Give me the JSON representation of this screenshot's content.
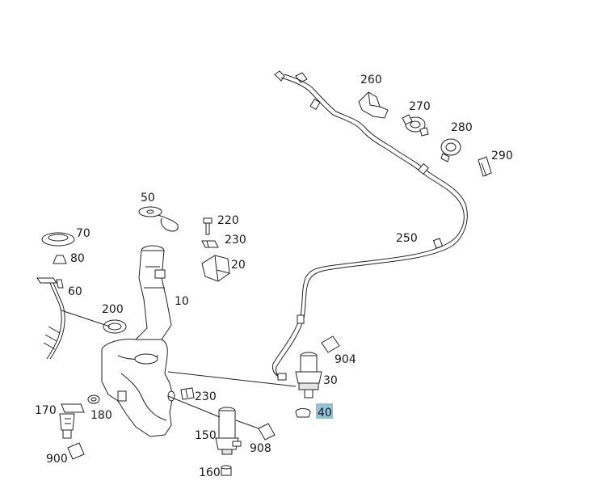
{
  "diagram": {
    "labels": {
      "p10": "10",
      "p20": "20",
      "p30": "30",
      "p40": "40",
      "p50": "50",
      "p60": "60",
      "p70": "70",
      "p80": "80",
      "p150": "150",
      "p160": "160",
      "p170": "170",
      "p180": "180",
      "p200": "200",
      "p220": "220",
      "p230a": "230",
      "p230b": "230",
      "p250": "250",
      "p260": "260",
      "p270": "270",
      "p280": "280",
      "p290": "290",
      "p900": "900",
      "p904": "904",
      "p908": "908"
    },
    "highlight_color": "#8fc4d8"
  }
}
